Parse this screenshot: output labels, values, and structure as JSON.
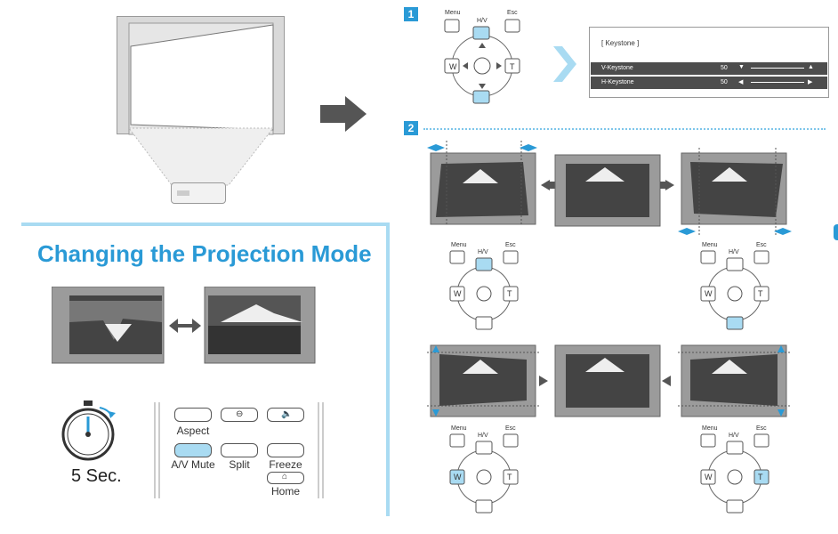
{
  "section_title": "Changing the Projection Mode",
  "timer_label": "5 Sec.",
  "remote": {
    "aspect": "Aspect",
    "av_mute": "A/V Mute",
    "split": "Split",
    "freeze": "Freeze",
    "home": "Home"
  },
  "steps": {
    "one": "1",
    "two": "2"
  },
  "dpad": {
    "menu": "Menu",
    "hv": "H/V",
    "esc": "Esc",
    "w": "W",
    "t": "T"
  },
  "keystone_menu": {
    "title": "[ Keystone ]",
    "rows": [
      {
        "label": "V-Keystone",
        "value": "50"
      },
      {
        "label": "H-Keystone",
        "value": "50"
      }
    ]
  },
  "colors": {
    "accent": "#2a9ad6",
    "highlight": "#a9dbf2",
    "frame": "#9b9b9b"
  }
}
